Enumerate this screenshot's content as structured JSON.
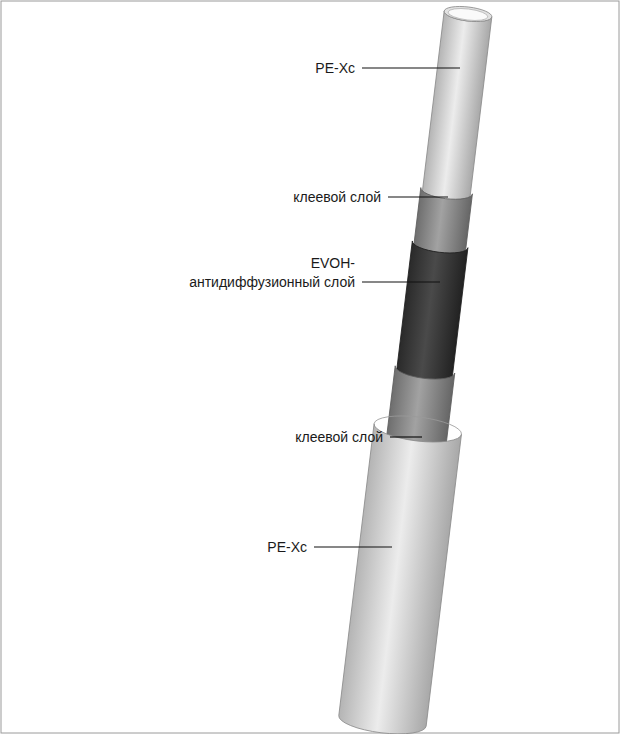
{
  "diagram": {
    "labels": [
      "PE-Xc",
      "клеевой слой",
      "EVOH- антидиффузионный слой",
      "клеевой слой",
      "PE-Xc"
    ]
  }
}
